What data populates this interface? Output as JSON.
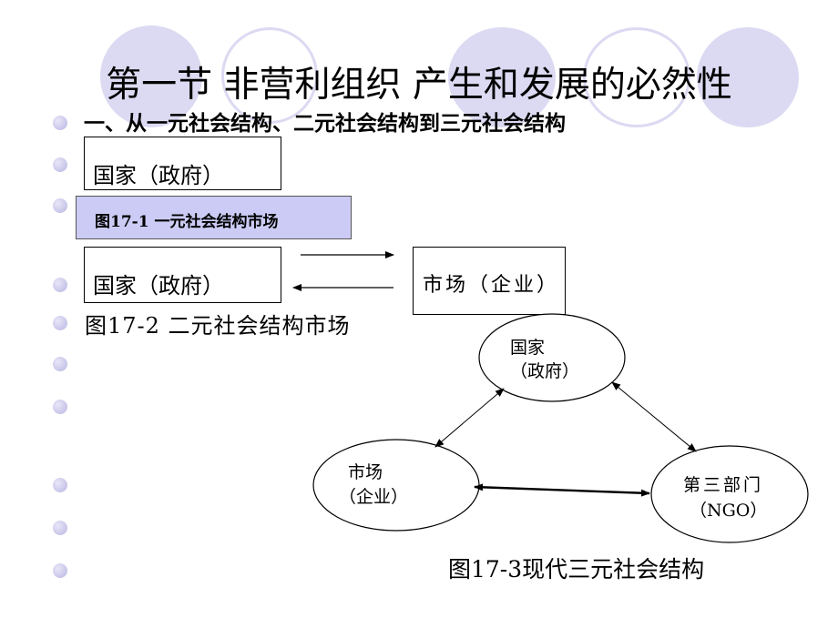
{
  "slide": {
    "title": "第一节   非营利组织 产生和发展的必然性",
    "subtitle": "一、从一元社会结构、二元社会结构到三元社会结构",
    "figure1": {
      "state_box": "国家（政府）",
      "caption": "图17-1  一元社会结构市场"
    },
    "figure2": {
      "state_box": "国家（政府）",
      "market_box": "市场（企业）",
      "caption": "图17-2 二元社会结构市场"
    },
    "figure3": {
      "state_line1": "国家",
      "state_line2": "（政府）",
      "market_line1": "市场",
      "market_line2": "（企业）",
      "third_line1": "第三部门",
      "third_line2": "（NGO）",
      "caption": "图17-3现代三元社会结构"
    }
  },
  "theme": {
    "circle_fill": "#d9d7f1",
    "bullet_color": "#c3c0e8",
    "caption_fill": "#cbcbf5"
  }
}
